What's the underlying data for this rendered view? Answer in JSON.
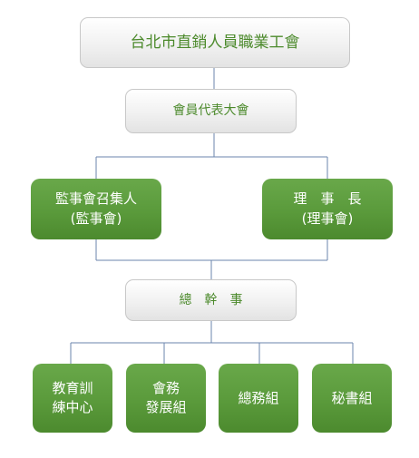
{
  "org_chart": {
    "association": "台北市直銷人員職業工會",
    "assembly": "會員代表大會",
    "supervisor_convener": "監事會召集人\n(監事會)",
    "director": "理　事　長\n(理事會)",
    "secretary_general": "總　幹　事",
    "departments": [
      "教育訓\n練中心",
      "會務\n發展組",
      "總務組",
      "秘書組"
    ]
  },
  "colors": {
    "green": "#5a9a3b",
    "connector": "#6b86ad",
    "gray_border": "#c8c8c8"
  }
}
